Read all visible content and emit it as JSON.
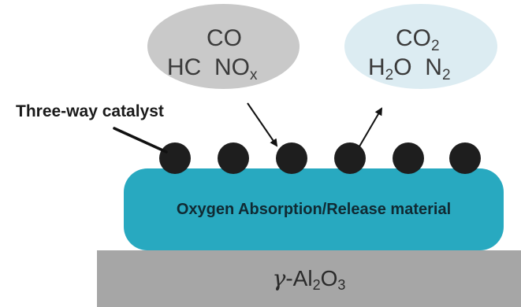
{
  "input_gases": {
    "line1": {
      "co": "CO"
    },
    "line2": {
      "hc": "HC",
      "nox_main": "NO",
      "nox_sub": "x"
    }
  },
  "output_gases": {
    "line1": {
      "co2_main": "CO",
      "co2_sub": "2"
    },
    "line2": {
      "h2o_h": "H",
      "h2o_sub": "2",
      "h2o_o": "O",
      "n2_main": "N",
      "n2_sub": "2"
    }
  },
  "catalyst_label": "Three-way catalyst",
  "oxygen_layer_label": "Oxygen Absorption/Release material",
  "support": {
    "gamma": "γ",
    "dash": "-Al",
    "al_sub": "2",
    "o": "O",
    "o_sub": "3"
  },
  "colors": {
    "input_ellipse": "#c9c9c9",
    "output_ellipse": "#dcecf2",
    "oxygen_layer": "#28a9c0",
    "support": "#a6a6a6",
    "particle": "#1e1e1e"
  },
  "particle_count": 6
}
